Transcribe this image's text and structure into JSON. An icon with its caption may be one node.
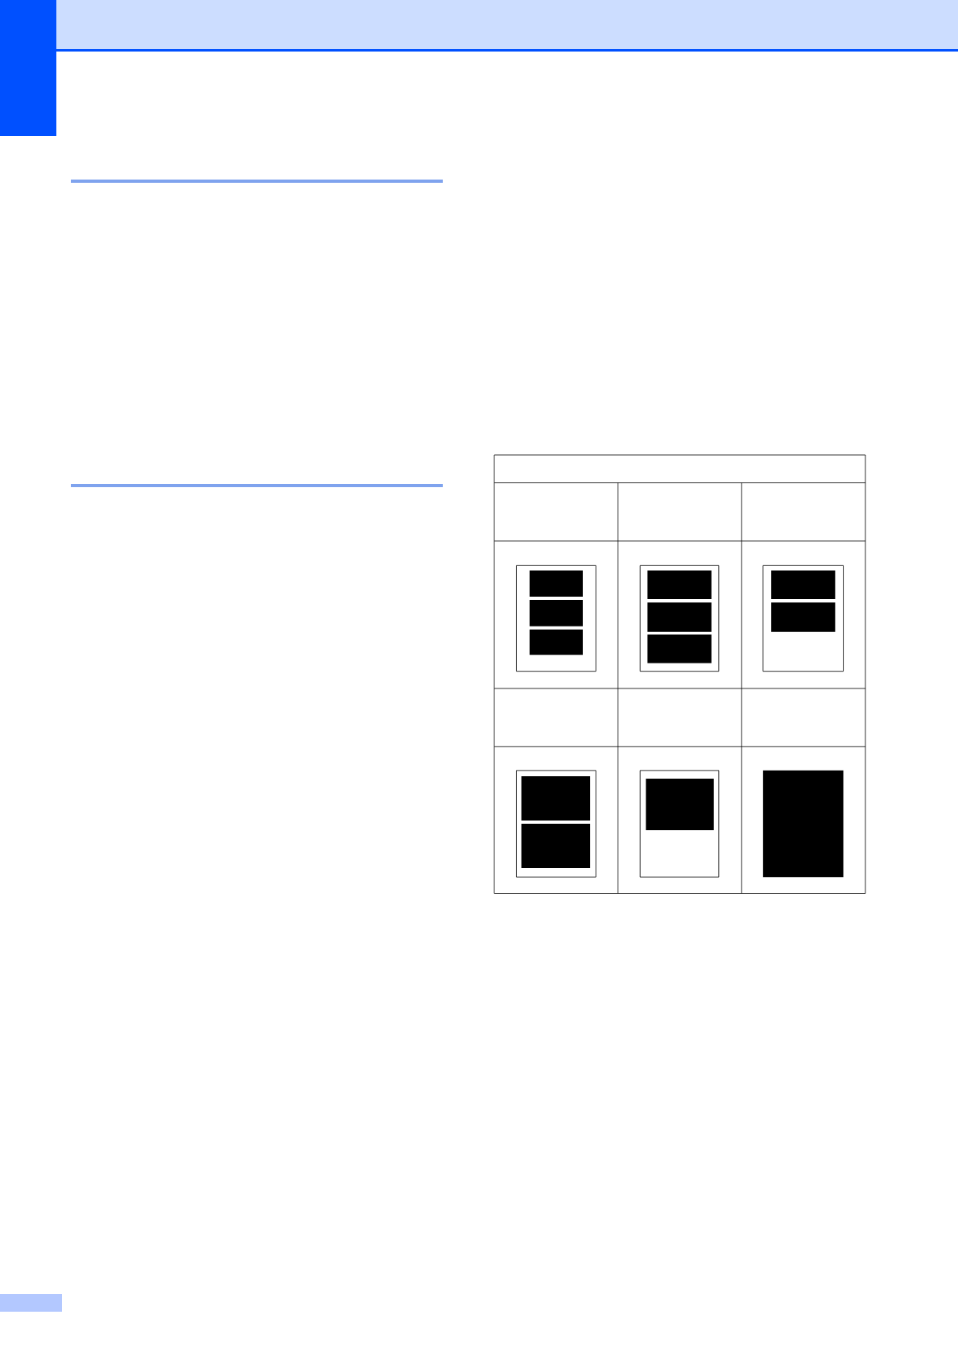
{
  "diagram": {
    "nodes": [
      {
        "text": [],
        "shape": "box"
      },
      {
        "text": [],
        "shape": "picture"
      },
      {
        "text": [],
        "shape": "picture"
      },
      {
        "text": [],
        "shape": "picture"
      },
      {
        "text": [],
        "shape": "picture"
      },
      {
        "text": [],
        "shape": "picture"
      },
      {
        "text": [],
        "shape": "box"
      }
    ]
  }
}
